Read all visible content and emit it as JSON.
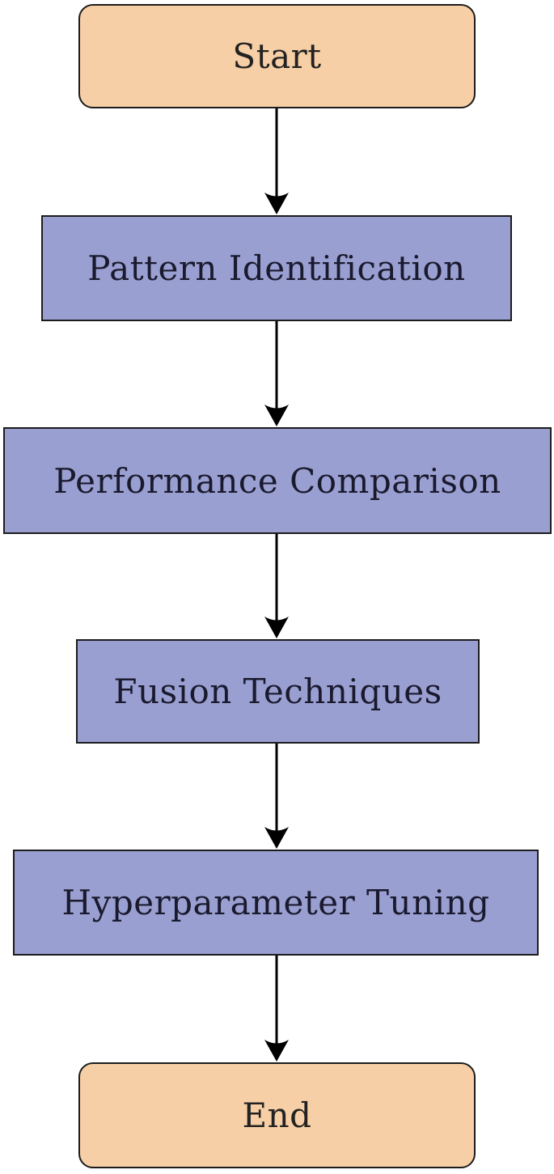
{
  "flowchart": {
    "nodes": [
      {
        "id": "start",
        "label": "Start",
        "shape": "terminal"
      },
      {
        "id": "pattern",
        "label": "Pattern Identification",
        "shape": "process"
      },
      {
        "id": "performance",
        "label": "Performance Comparison",
        "shape": "process"
      },
      {
        "id": "fusion",
        "label": "Fusion Techniques",
        "shape": "process"
      },
      {
        "id": "hyperparameter",
        "label": "Hyperparameter Tuning",
        "shape": "process"
      },
      {
        "id": "end",
        "label": "End",
        "shape": "terminal"
      }
    ],
    "edges": [
      {
        "from": "start",
        "to": "pattern"
      },
      {
        "from": "pattern",
        "to": "performance"
      },
      {
        "from": "performance",
        "to": "fusion"
      },
      {
        "from": "fusion",
        "to": "hyperparameter"
      },
      {
        "from": "hyperparameter",
        "to": "end"
      }
    ],
    "colors": {
      "terminal_fill": "#f7cfa6",
      "process_fill": "#9a9fd1",
      "border": "#1c1c1c",
      "arrow": "#000000"
    }
  }
}
